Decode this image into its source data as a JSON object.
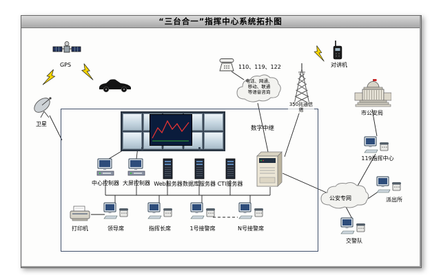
{
  "title": "“三台合一”指挥中心系统拓扑图",
  "labels": {
    "gps": "GPS",
    "satellite_dish": "卫星",
    "walkie_talkie": "对讲机",
    "hotlines": "110、119、122",
    "voice_cloud": "电话、网通、\n移动、联通\n等语音咨询",
    "digital_trunk": "数字中继",
    "radio_tower": "350兆通信塔",
    "city_police": "市公安局",
    "fire_center": "119指挥中心",
    "police_net": "公安专网",
    "police_station": "派出所",
    "traffic_police": "交警队",
    "center_controller": "中心控制器",
    "wall_controller": "大屏控制器",
    "web_server": "Web服务器",
    "db_server": "数据库服务器",
    "cti_server": "CTI服务器",
    "printer": "打印机",
    "leader_seat": "领导席",
    "commander_seat": "指挥长席",
    "seat_1": "1号接警席",
    "seat_n": "N号接警席"
  },
  "colors": {
    "lightning": "#f7d400",
    "graph_line": "#e23333",
    "cabinet": "#ece6d6",
    "cloud_fill": "#f3f3f0",
    "line": "#222222"
  }
}
